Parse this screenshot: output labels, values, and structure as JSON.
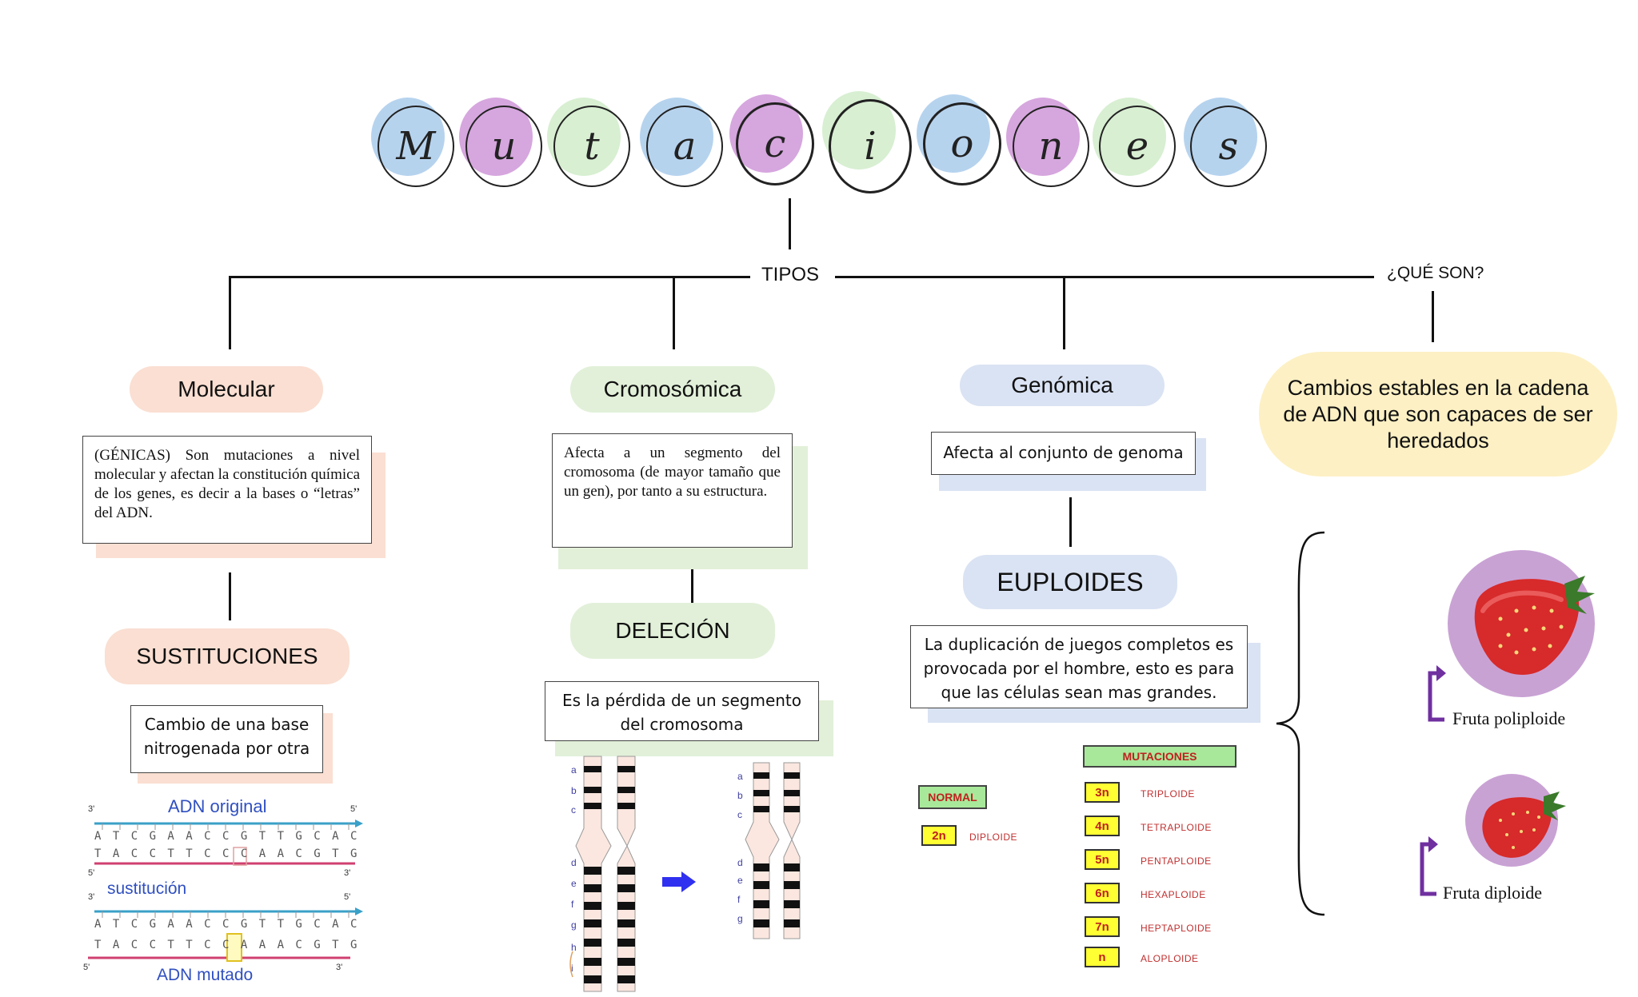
{
  "title": {
    "letters": [
      "M",
      "u",
      "t",
      "a",
      "c",
      "i",
      "o",
      "n",
      "e",
      "s"
    ]
  },
  "connectors": {
    "tipos_label": "TIPOS",
    "que_son_label": "¿QUÉ SON?"
  },
  "definition": {
    "text": "Cambios estables en la cadena de ADN que son capaces de ser heredados"
  },
  "molecular": {
    "label": "Molecular",
    "description": "(GÉNICAS) Son mutaciones a nivel molecular y afectan la constitución química de los genes, es decir a la bases o “letras” del ADN.",
    "sub_label": "SUSTITUCIONES",
    "sub_description": "Cambio de una base nitrogenada por otra",
    "dna_figure": {
      "title_top": "ADN original",
      "title_mid": "sustitución",
      "title_bottom": "ADN mutado",
      "strand_top_1": "A T C G A A C C G T T G C A C",
      "strand_top_2": "T A C C T T C C C A A C G T G",
      "strand_bot_1": "A T C G A A C C G T T G C A C",
      "strand_bot_2": "T A C C T T C C A A A C G T G",
      "end_3": "3'",
      "end_5": "5'"
    }
  },
  "cromosomica": {
    "label": "Cromosómica",
    "description": "Afecta a un segmento del cromosoma (de mayor tamaño que un gen), por tanto a su estructura.",
    "sub_label": "DELECIÓN",
    "sub_description": "Es la pérdida de un segmento del cromosoma",
    "bands_before": [
      "a",
      "b",
      "c",
      "d",
      "e",
      "f",
      "g",
      "h",
      "i"
    ],
    "bands_after": [
      "a",
      "b",
      "c",
      "d",
      "e",
      "f",
      "g"
    ]
  },
  "genomica": {
    "label": "Genómica",
    "description": "Afecta al conjunto de genoma",
    "sub_label": "EUPLOIDES",
    "sub_description": "La duplicación de juegos completos es provocada por el hombre, esto es para que las células sean mas grandes.",
    "normal_header": "NORMAL",
    "normal": {
      "code": "2n",
      "name": "DIPLOIDE"
    },
    "mutaciones_header": "MUTACIONES",
    "mutaciones": [
      {
        "code": "3n",
        "name": "TRIPLOIDE"
      },
      {
        "code": "4n",
        "name": "TETRAPLOIDE"
      },
      {
        "code": "5n",
        "name": "PENTAPLOIDE"
      },
      {
        "code": "6n",
        "name": "HEXAPLOIDE"
      },
      {
        "code": "7n",
        "name": "HEPTAPLOIDE"
      },
      {
        "code": "n",
        "name": "ALOPLOIDE"
      }
    ]
  },
  "fruits": {
    "polyploid_caption": "Fruta poliploide",
    "diploid_caption": "Fruta diploide"
  },
  "colors": {
    "blue": "#b6d3ee",
    "purple": "#d6a6de",
    "green": "#d8efd2",
    "peach": "#fadfd2",
    "light_green": "#e2f0d9",
    "light_blue": "#dae3f3",
    "yellow": "#fdf0c4",
    "accent_purple": "#7030a0"
  }
}
